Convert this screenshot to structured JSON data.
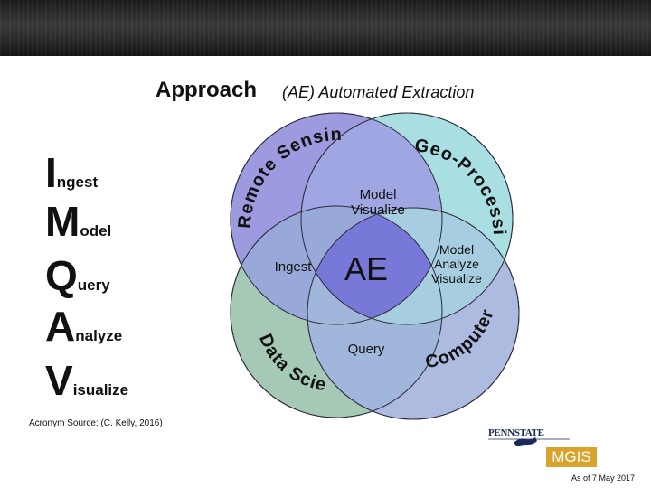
{
  "title": "Approach",
  "subtitle": "(AE) Automated Extraction",
  "acronym": [
    {
      "letter": "I",
      "rest": "ngest"
    },
    {
      "letter": "M",
      "rest": "odel"
    },
    {
      "letter": "Q",
      "rest": "uery"
    },
    {
      "letter": "A",
      "rest": "nalyze"
    },
    {
      "letter": "V",
      "rest": "isualize"
    }
  ],
  "venn": {
    "circles": [
      {
        "label": "Remote Sensing",
        "color": "#9d9ae0"
      },
      {
        "label": "Geo-Processing",
        "color": "#a9dfe2"
      },
      {
        "label": "Data Science",
        "color": "#a5c9b4"
      },
      {
        "label": "Computer Science",
        "color": "#aebbe0"
      }
    ],
    "regions": {
      "top": "Model\nVisualize",
      "left": "Ingest",
      "center": "AE",
      "right": "Model\nAnalyze\nVisualize",
      "bottom": "Query"
    },
    "center_color": "#7878d8"
  },
  "source": "Acronym Source: (C. Kelly, 2016)",
  "logo": {
    "name": "PENNSTATE",
    "badge": "MGIS",
    "badge_color": "#d9a32c"
  },
  "date": "As of 7 May 2017"
}
